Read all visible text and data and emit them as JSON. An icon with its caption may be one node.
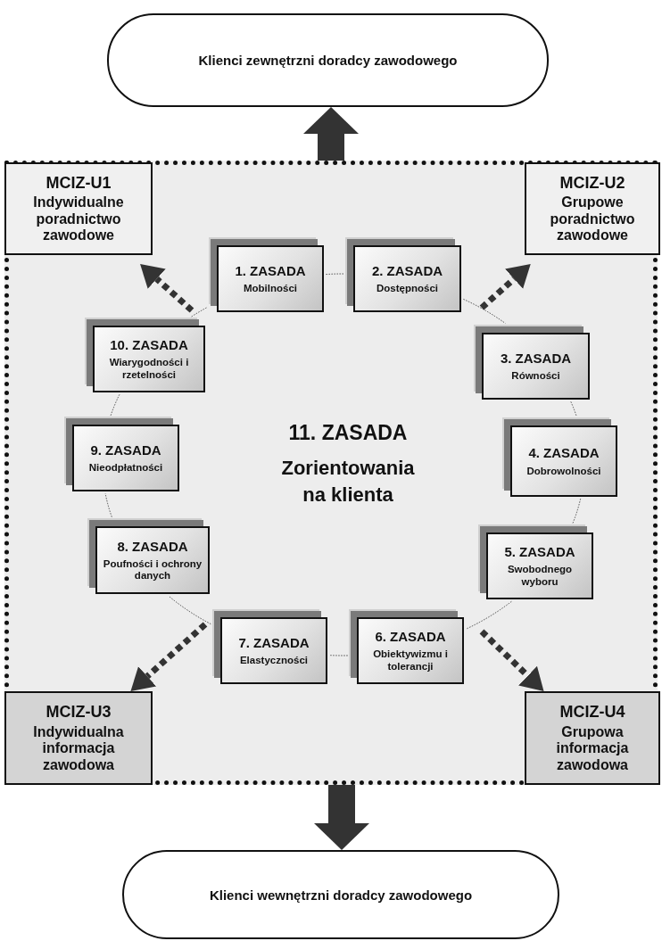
{
  "diagram": {
    "nodes": [
      {
        "text": [
          "Klienci zewnętrzni doradcy zawodowego"
        ]
      },
      {
        "text": [
          "11. ZASADA",
          "Zorientowania na klienta"
        ]
      },
      {
        "text": [
          "MCIZ-U1",
          "Indywidualne poradnictwo zawodowe"
        ],
        "in": 1
      },
      {
        "text": [
          "MCIZ-U2",
          "Grupowe poradnictwo zawodowe"
        ],
        "in": 1
      },
      {
        "text": [
          "1. ZASADA",
          "Mobilności"
        ],
        "in": 1
      },
      {
        "text": [
          "2. ZASADA",
          "Dostępności"
        ],
        "in": 1
      },
      {
        "text": [
          "10. ZASADA",
          "Wiarygodności i rzetelności"
        ],
        "in": 1
      },
      {
        "text": [
          "3. ZASADA",
          "Równości"
        ],
        "in": 1
      },
      {
        "text": [
          "9. ZASADA",
          "Nieodpłatności"
        ],
        "in": 1
      },
      {
        "text": [
          "4. ZASADA",
          "Dobrowolności"
        ],
        "in": 1
      },
      {
        "text": [
          "8. ZASADA",
          "Poufności i ochrony danych"
        ],
        "in": 1
      },
      {
        "text": [
          "5. ZASADA",
          "Swobodnego wyboru"
        ],
        "in": 1
      },
      {
        "text": [
          "7. ZASADA",
          "Elastyczności"
        ],
        "in": 1
      },
      {
        "text": [
          "6. ZASADA",
          "Obiektywizmu i tolerancji"
        ],
        "in": 1
      },
      {
        "text": [
          "MCIZ-U3",
          "Indywidualna informacja zawodowa"
        ],
        "in": 1
      },
      {
        "text": [
          "MCIZ-U4",
          "Grupowa informacja zawodowa"
        ],
        "in": 1
      },
      {
        "text": [
          "Klienci wewnętrzni doradcy zawodowego"
        ]
      }
    ],
    "edges": [
      {
        "from": 1,
        "to": 0,
        "arrow": "to",
        "style": "thick"
      },
      {
        "from": 1,
        "to": 16,
        "arrow": "to",
        "style": "thick"
      },
      {
        "from": null,
        "to": 2,
        "arrow": "to",
        "style": "dashed"
      },
      {
        "from": null,
        "to": 3,
        "arrow": "to",
        "style": "dashed"
      },
      {
        "from": null,
        "to": 14,
        "arrow": "to",
        "style": "dashed"
      },
      {
        "from": null,
        "to": 15,
        "arrow": "to",
        "style": "dashed"
      },
      {
        "from": 4,
        "to": 5,
        "arrow": "none",
        "style": "dashed"
      },
      {
        "from": 5,
        "to": 7,
        "arrow": "none",
        "style": "dashed"
      },
      {
        "from": 7,
        "to": 9,
        "arrow": "none",
        "style": "dashed"
      },
      {
        "from": 9,
        "to": 11,
        "arrow": "none",
        "style": "dashed"
      },
      {
        "from": 11,
        "to": 13,
        "arrow": "none",
        "style": "dashed"
      },
      {
        "from": 13,
        "to": 12,
        "arrow": "none",
        "style": "dashed"
      },
      {
        "from": 12,
        "to": 10,
        "arrow": "none",
        "style": "dashed"
      },
      {
        "from": 10,
        "to": 8,
        "arrow": "none",
        "style": "dashed"
      },
      {
        "from": 8,
        "to": 6,
        "arrow": "none",
        "style": "dashed"
      },
      {
        "from": 6,
        "to": 4,
        "arrow": "none",
        "style": "dashed"
      }
    ]
  }
}
